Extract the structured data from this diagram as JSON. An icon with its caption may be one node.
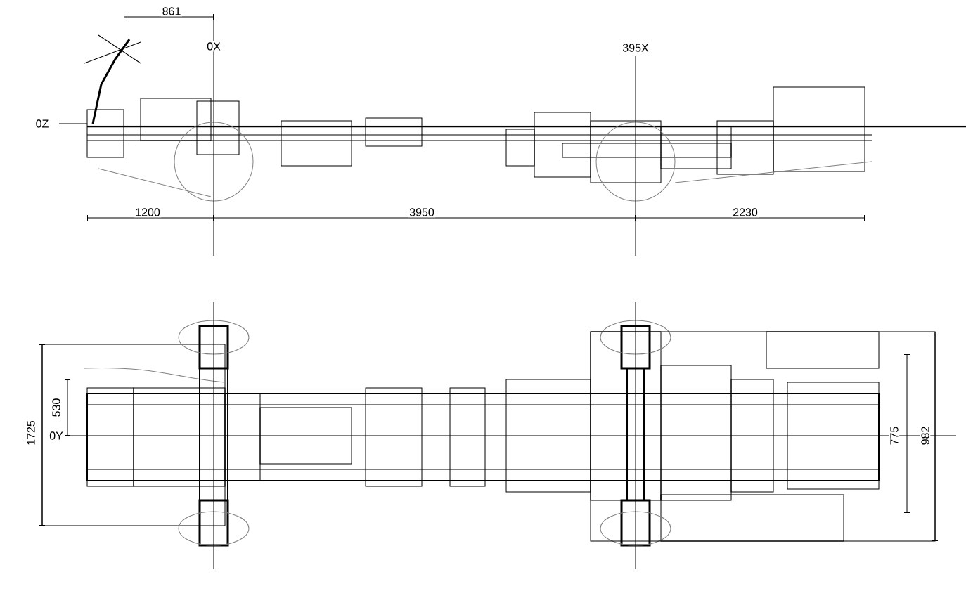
{
  "diagram": {
    "labels": [
      "861",
      "0X",
      "0Z",
      "395X",
      "1200",
      "3950",
      "2230",
      "1725",
      "530",
      "0Y",
      "775",
      "982"
    ]
  }
}
